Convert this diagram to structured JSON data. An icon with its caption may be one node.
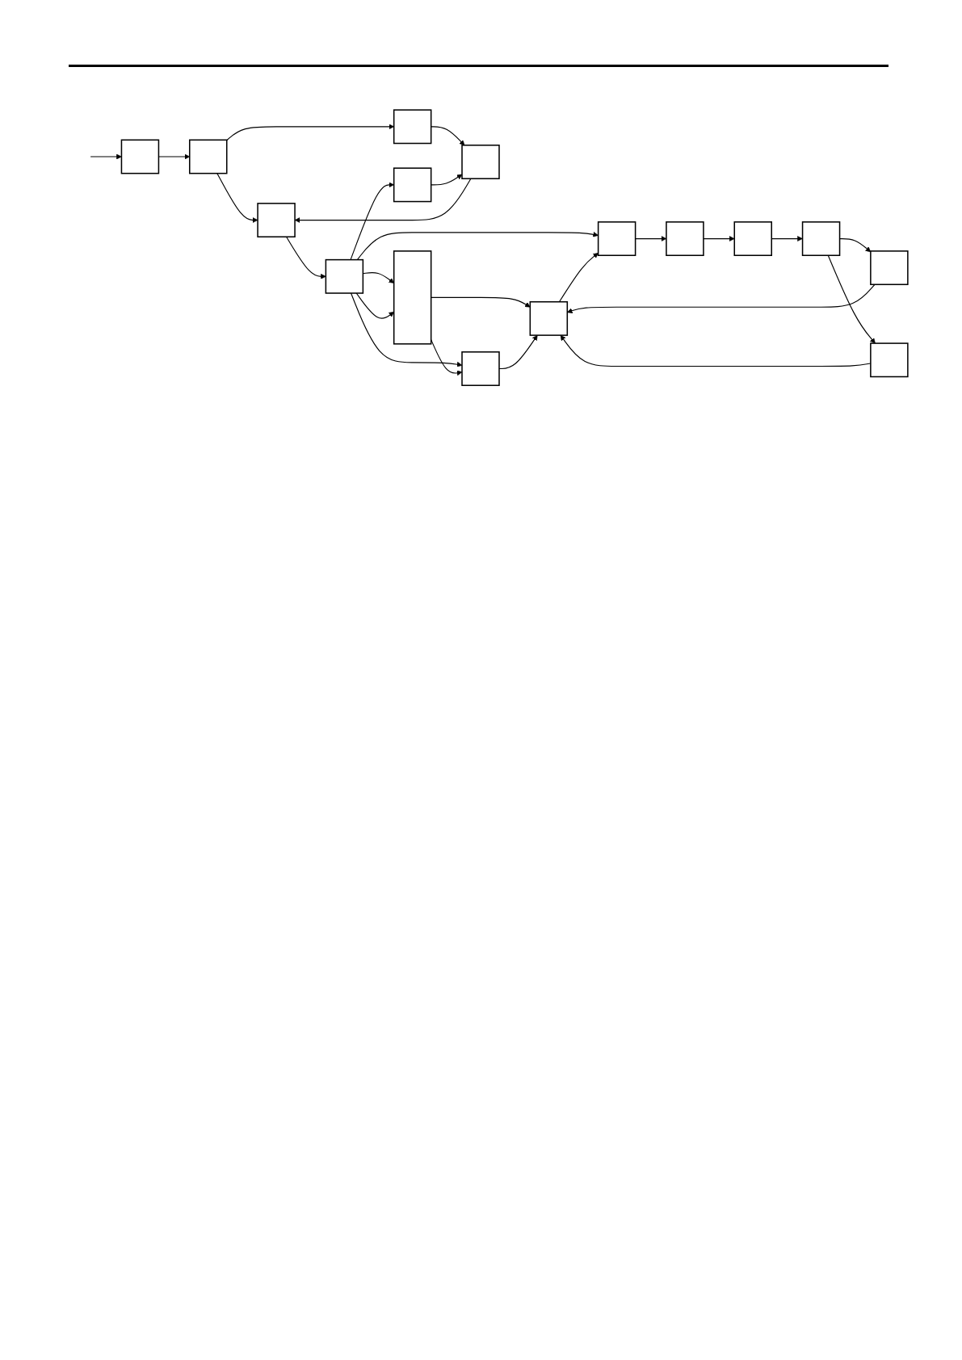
{
  "diagram": {
    "nodes": [
      {
        "text": [],
        "shape": "box"
      },
      {
        "text": [],
        "shape": "box"
      },
      {
        "text": [],
        "shape": "box"
      },
      {
        "text": [],
        "shape": "box"
      },
      {
        "text": [],
        "shape": "box"
      },
      {
        "text": [],
        "shape": "box"
      },
      {
        "text": [],
        "shape": "box"
      },
      {
        "text": [],
        "shape": "bar"
      },
      {
        "text": [],
        "shape": "box"
      },
      {
        "text": [],
        "shape": "box"
      },
      {
        "text": [],
        "shape": "box"
      },
      {
        "text": [],
        "shape": "box"
      },
      {
        "text": [],
        "shape": "box"
      },
      {
        "text": [],
        "shape": "box"
      },
      {
        "text": [],
        "shape": "box"
      },
      {
        "text": [],
        "shape": "box"
      }
    ],
    "edges": [
      {
        "from": null,
        "to": 0,
        "arrow": "to"
      },
      {
        "from": 0,
        "to": 1,
        "arrow": "to"
      },
      {
        "from": 1,
        "to": 2,
        "arrow": "to"
      },
      {
        "from": 2,
        "to": 3,
        "arrow": "to"
      },
      {
        "from": 1,
        "to": 4,
        "arrow": "to"
      },
      {
        "from": 4,
        "to": 5,
        "arrow": "to"
      },
      {
        "from": 5,
        "to": 2,
        "arrow": "to"
      },
      {
        "from": 3,
        "to": 6,
        "arrow": "to"
      },
      {
        "from": 6,
        "to": 5,
        "arrow": "to"
      },
      {
        "from": 3,
        "to": 7,
        "arrow": "to"
      },
      {
        "from": 3,
        "to": 7,
        "arrow": "to"
      },
      {
        "from": 3,
        "to": 11,
        "arrow": "to"
      },
      {
        "from": 3,
        "to": 12,
        "arrow": "to"
      },
      {
        "from": 7,
        "to": 12,
        "arrow": "to"
      },
      {
        "from": 7,
        "to": 14,
        "arrow": "to"
      },
      {
        "from": 11,
        "to": 10,
        "arrow": "to"
      },
      {
        "from": 10,
        "to": 9,
        "arrow": "to"
      },
      {
        "from": 9,
        "to": 8,
        "arrow": "to"
      },
      {
        "from": 14,
        "to": 11,
        "arrow": "to"
      },
      {
        "from": 12,
        "to": 14,
        "arrow": "to"
      },
      {
        "from": 8,
        "to": 13,
        "arrow": "to"
      },
      {
        "from": 13,
        "to": 14,
        "arrow": "to"
      },
      {
        "from": 8,
        "to": 15,
        "arrow": "to"
      },
      {
        "from": 15,
        "to": 14,
        "arrow": "to"
      }
    ]
  }
}
